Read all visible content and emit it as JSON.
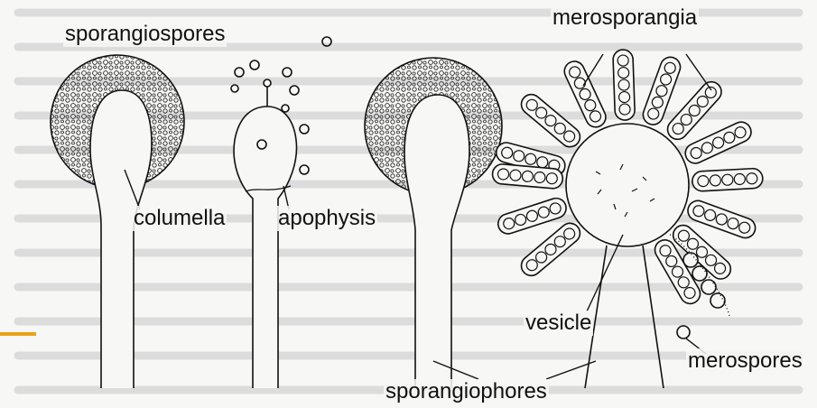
{
  "labels": {
    "sporangiospores": "sporangiospores",
    "columella": "columella",
    "apophysis": "apophysis",
    "merosporangia": "merosporangia",
    "vesicle": "vesicle",
    "merospores": "merospores",
    "sporangiophores": "sporangiophores"
  },
  "colors": {
    "ink": "#111111",
    "accent": "#e8a317",
    "background_text": "#c9c9c9"
  }
}
